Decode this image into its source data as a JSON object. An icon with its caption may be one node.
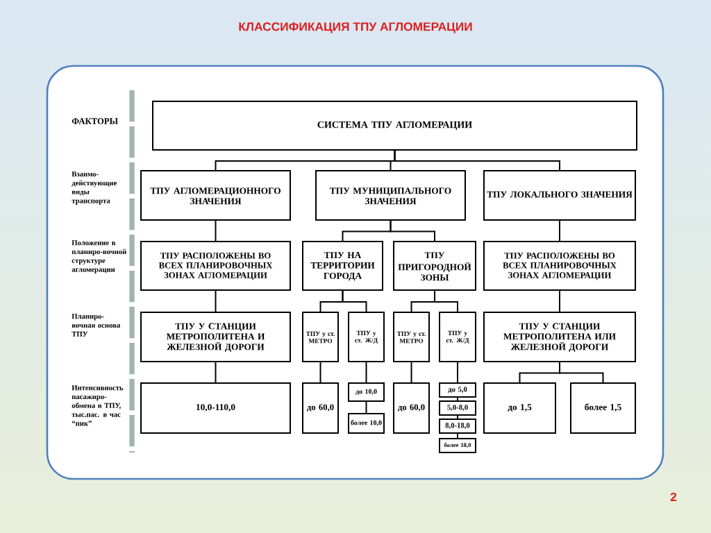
{
  "diagram": {
    "title": "КЛАССИФИКАЦИЯ ТПУ АГЛОМЕРАЦИИ",
    "nodes": [
      {
        "text": [
          "СИСТЕМА ТПУ АГЛОМЕРАЦИИ"
        ]
      },
      {
        "text": [
          "ТПУ АГЛОМЕРАЦИОННОГО ЗНАЧЕНИЯ"
        ]
      },
      {
        "text": [
          "ТПУ МУНИЦИПАЛЬНОГО ЗНАЧЕНИЯ"
        ]
      },
      {
        "text": [
          "ТПУ ЛОКАЛЬНОГО ЗНАЧЕНИЯ"
        ]
      },
      {
        "text": [
          "ТПУ РАСПОЛОЖЕНЫ ВО ВСЕХ ПЛАНИРОВОЧНЫХ ЗОНАХ АГЛОМЕРАЦИИ"
        ]
      },
      {
        "text": [
          "ТПУ НА ТЕРРИТОРИИ ГОРОДА"
        ]
      },
      {
        "text": [
          "ТПУ ПРИГОРОДНОЙ ЗОНЫ"
        ]
      },
      {
        "text": [
          "ТПУ РАСПОЛОЖЕНЫ ВО ВСЕХ ПЛАНИРОВОЧНЫХ ЗОНАХ АГЛОМЕРАЦИИ"
        ]
      },
      {
        "text": [
          "ТПУ У СТАНЦИИ МЕТРОПОЛИТЕНА И ЖЕЛЕЗНОЙ ДОРОГИ"
        ]
      },
      {
        "text": [
          "ТПУ у ст. МЕТРО"
        ]
      },
      {
        "text": [
          "ТПУ у ст. Ж/Д"
        ]
      },
      {
        "text": [
          "ТПУ у ст. МЕТРО"
        ]
      },
      {
        "text": [
          "ТПУ у ст. Ж/Д"
        ]
      },
      {
        "text": [
          "ТПУ У СТАНЦИИ МЕТРОПОЛИТЕНА ИЛИ ЖЕЛЕЗНОЙ ДОРОГИ"
        ]
      },
      {
        "text": [
          "10,0-110,0"
        ]
      },
      {
        "text": [
          "до 60,0"
        ]
      },
      {
        "text": [
          "до 10,0"
        ]
      },
      {
        "text": [
          "более 10,0"
        ]
      },
      {
        "text": [
          "до 60,0"
        ]
      },
      {
        "text": [
          "до 5,0"
        ]
      },
      {
        "text": [
          "5,0-8,0"
        ]
      },
      {
        "text": [
          "8,0-18,0"
        ]
      },
      {
        "text": [
          "более 18,0"
        ]
      },
      {
        "text": [
          "до 1,5"
        ]
      },
      {
        "text": [
          "более 1,5"
        ]
      }
    ],
    "edges": [
      {
        "from": 0,
        "to": 1,
        "arrow": "none"
      },
      {
        "from": 0,
        "to": 2,
        "arrow": "none"
      },
      {
        "from": 0,
        "to": 3,
        "arrow": "none"
      },
      {
        "from": 1,
        "to": 4,
        "arrow": "none"
      },
      {
        "from": 2,
        "to": 5,
        "arrow": "none"
      },
      {
        "from": 2,
        "to": 6,
        "arrow": "none"
      },
      {
        "from": 3,
        "to": 7,
        "arrow": "none"
      },
      {
        "from": 4,
        "to": 8,
        "arrow": "none"
      },
      {
        "from": 5,
        "to": 9,
        "arrow": "none"
      },
      {
        "from": 5,
        "to": 10,
        "arrow": "none"
      },
      {
        "from": 6,
        "to": 11,
        "arrow": "none"
      },
      {
        "from": 6,
        "to": 12,
        "arrow": "none"
      },
      {
        "from": 7,
        "to": 13,
        "arrow": "none"
      },
      {
        "from": 8,
        "to": 14,
        "arrow": "none"
      },
      {
        "from": 9,
        "to": 15,
        "arrow": "none"
      },
      {
        "from": 10,
        "to": 16,
        "arrow": "none"
      },
      {
        "from": 16,
        "to": 17,
        "arrow": "none"
      },
      {
        "from": 11,
        "to": 18,
        "arrow": "none"
      },
      {
        "from": 12,
        "to": 19,
        "arrow": "none"
      },
      {
        "from": 19,
        "to": 20,
        "arrow": "none"
      },
      {
        "from": 20,
        "to": 21,
        "arrow": "none"
      },
      {
        "from": 21,
        "to": 22,
        "arrow": "none"
      },
      {
        "from": 13,
        "to": 23,
        "arrow": "none"
      },
      {
        "from": 13,
        "to": 24,
        "arrow": "none"
      }
    ],
    "labels": [
      "ФАКТОРЫ",
      "Взаимо-действующие виды транспорта",
      "Положение в планиро-вочной структуре агломерации",
      "Планиро-вочная основа ТПУ",
      "Интенсивность пасажиро-обмена в ТПУ, тыс.пас. в час “пик”",
      "2"
    ]
  }
}
